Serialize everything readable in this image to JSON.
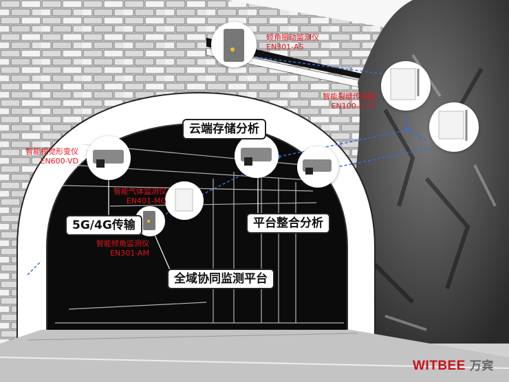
{
  "nodes": {
    "cloud": "云端存储分析",
    "transmission": "5G/4G传输",
    "platform_analysis": "平台整合分析",
    "global_platform": "全域协同监测平台"
  },
  "devices": [
    {
      "name": "倾角振动监测仪",
      "model": "EN301-AS"
    },
    {
      "name": "智能裂缝传感器",
      "model": "EN100-C-FF"
    },
    {
      "name": "智能视觉形变仪",
      "model": "EN600-VD"
    },
    {
      "name": "智能气体监测仪",
      "model": "EN401-MG"
    },
    {
      "name": "智能倾角监测仪",
      "model": "EN301-AM"
    }
  ],
  "brand": {
    "name": "WITBEE",
    "cn": "万宾",
    "color": "#c8101a"
  },
  "colors": {
    "label_red": "#e0161b",
    "link_blue": "#2f6fd6"
  }
}
